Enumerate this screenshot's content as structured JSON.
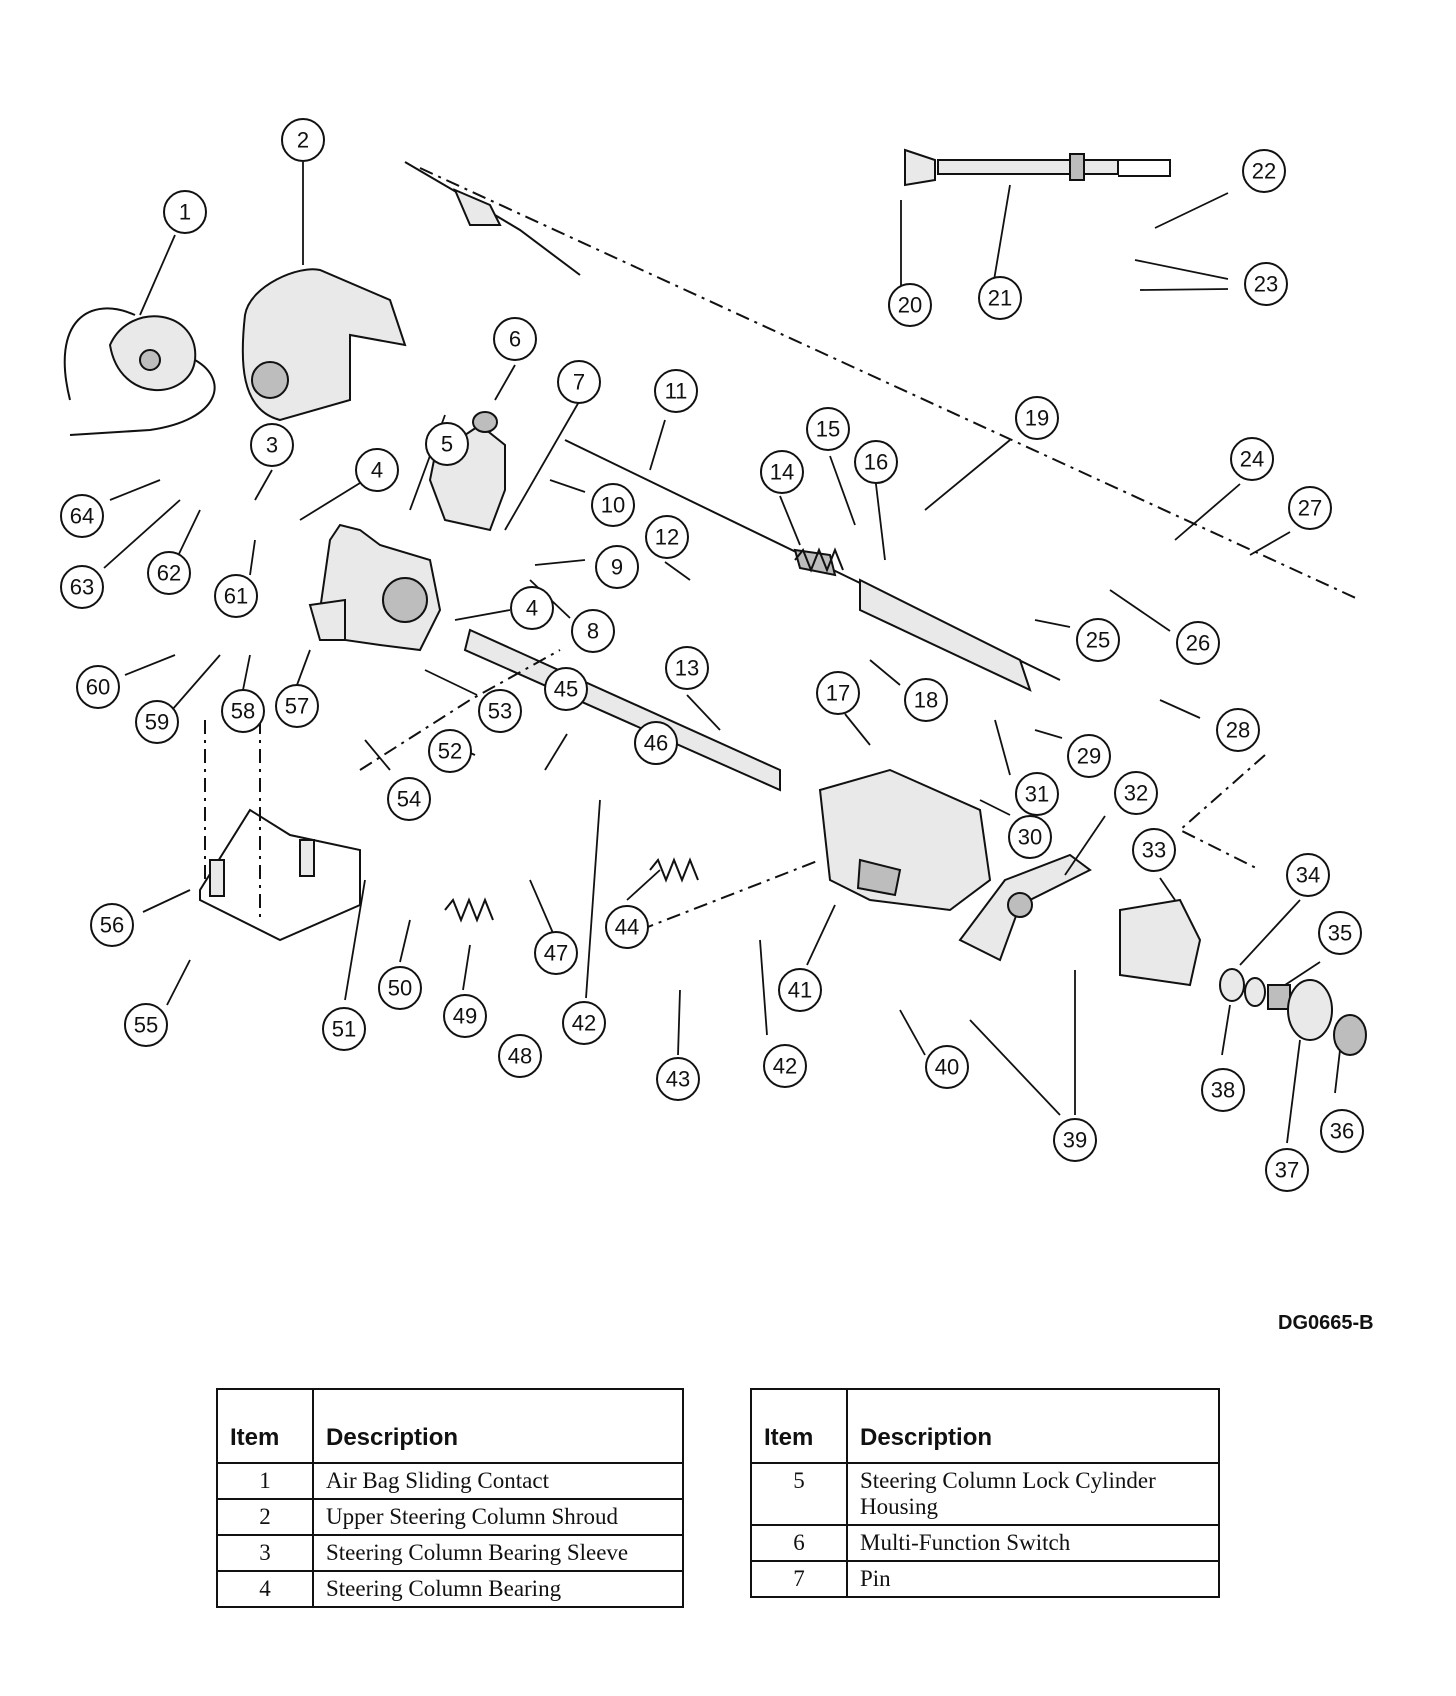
{
  "figure_code": "DG0665-B",
  "callouts": [
    "1",
    "2",
    "3",
    "4",
    "4",
    "5",
    "6",
    "7",
    "8",
    "9",
    "10",
    "11",
    "12",
    "13",
    "14",
    "15",
    "16",
    "17",
    "18",
    "19",
    "20",
    "21",
    "22",
    "23",
    "24",
    "25",
    "26",
    "27",
    "28",
    "29",
    "30",
    "31",
    "32",
    "33",
    "34",
    "35",
    "36",
    "37",
    "38",
    "39",
    "40",
    "41",
    "42",
    "42",
    "43",
    "44",
    "45",
    "46",
    "47",
    "48",
    "49",
    "50",
    "51",
    "52",
    "53",
    "54",
    "55",
    "56",
    "57",
    "58",
    "59",
    "60",
    "61",
    "62",
    "63",
    "64"
  ],
  "legend_left": {
    "header_item": "Item",
    "header_description": "Description",
    "rows": [
      {
        "item": "1",
        "description": "Air Bag Sliding Contact"
      },
      {
        "item": "2",
        "description": "Upper Steering Column Shroud"
      },
      {
        "item": "3",
        "description": "Steering Column Bearing Sleeve"
      },
      {
        "item": "4",
        "description": "Steering Column Bearing"
      }
    ]
  },
  "legend_right": {
    "header_item": "Item",
    "header_description": "Description",
    "rows": [
      {
        "item": "5",
        "description": "Steering Column Lock Cylinder Housing"
      },
      {
        "item": "6",
        "description": "Multi-Function Switch"
      },
      {
        "item": "7",
        "description": "Pin"
      }
    ]
  }
}
